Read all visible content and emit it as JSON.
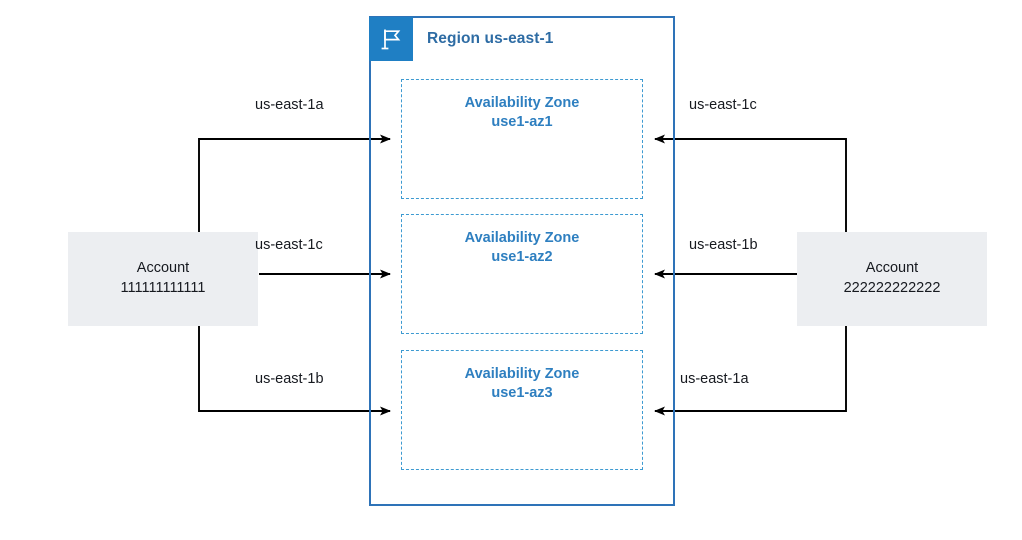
{
  "diagram": {
    "region": {
      "title": "Region us-east-1",
      "icon": "region-flag-icon",
      "border_color": "#2e73b8",
      "icon_bg_color": "#1f7fc4",
      "title_color": "#2e6ca4"
    },
    "availability_zones": [
      {
        "id": "az-1",
        "line1": "Availability Zone",
        "line2": "use1-az1"
      },
      {
        "id": "az-2",
        "line1": "Availability Zone",
        "line2": "use1-az2"
      },
      {
        "id": "az-3",
        "line1": "Availability Zone",
        "line2": "use1-az3"
      }
    ],
    "az_style": {
      "border_color": "#3d9ad1",
      "text_color": "#2e7fc0"
    },
    "accounts": [
      {
        "id": "account-left",
        "title": "Account",
        "number": "111111111111"
      },
      {
        "id": "account-right",
        "title": "Account",
        "number": "222222222222"
      }
    ],
    "account_style": {
      "fill": "#eceef1",
      "text_color": "#16191f"
    },
    "connections": {
      "left": [
        {
          "label": "us-east-1a",
          "from": "account-left",
          "to": "az-1"
        },
        {
          "label": "us-east-1c",
          "from": "account-left",
          "to": "az-2"
        },
        {
          "label": "us-east-1b",
          "from": "account-left",
          "to": "az-3"
        }
      ],
      "right": [
        {
          "label": "us-east-1c",
          "from": "account-right",
          "to": "az-1"
        },
        {
          "label": "us-east-1b",
          "from": "account-right",
          "to": "az-2"
        },
        {
          "label": "us-east-1a",
          "from": "account-right",
          "to": "az-3"
        }
      ]
    },
    "connector_color": "#000000"
  }
}
